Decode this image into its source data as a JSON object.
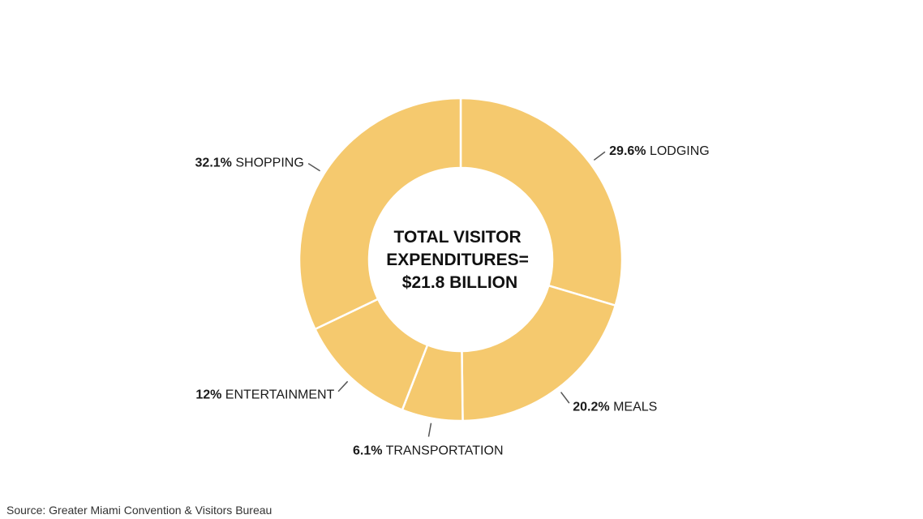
{
  "chart_data": {
    "type": "pie",
    "title": "TOTAL VISITOR EXPENDITURES= $21.8 BILLION",
    "title_lines": [
      "TOTAL VISITOR",
      "EXPENDITURES=",
      "$21.8 BILLION"
    ],
    "donut": true,
    "slices": [
      {
        "label": "LODGING",
        "value": 29.6,
        "pct_text": "29.6%",
        "placement": "right"
      },
      {
        "label": "MEALS",
        "value": 20.2,
        "pct_text": "20.2%",
        "placement": "right"
      },
      {
        "label": "TRANSPORTATION",
        "value": 6.1,
        "pct_text": "6.1%",
        "placement": "below"
      },
      {
        "label": "ENTERTAINMENT",
        "value": 12,
        "pct_text": "12%",
        "placement": "left"
      },
      {
        "label": "SHOPPING",
        "value": 32.1,
        "pct_text": "32.1%",
        "placement": "left"
      }
    ],
    "colors": {
      "slice_fill": "#F5C96E",
      "slice_border": "#FFFFFF",
      "leader_line": "#555555",
      "text": "#1A1A1A"
    }
  },
  "source": "Source: Greater Miami Convention & Visitors Bureau"
}
